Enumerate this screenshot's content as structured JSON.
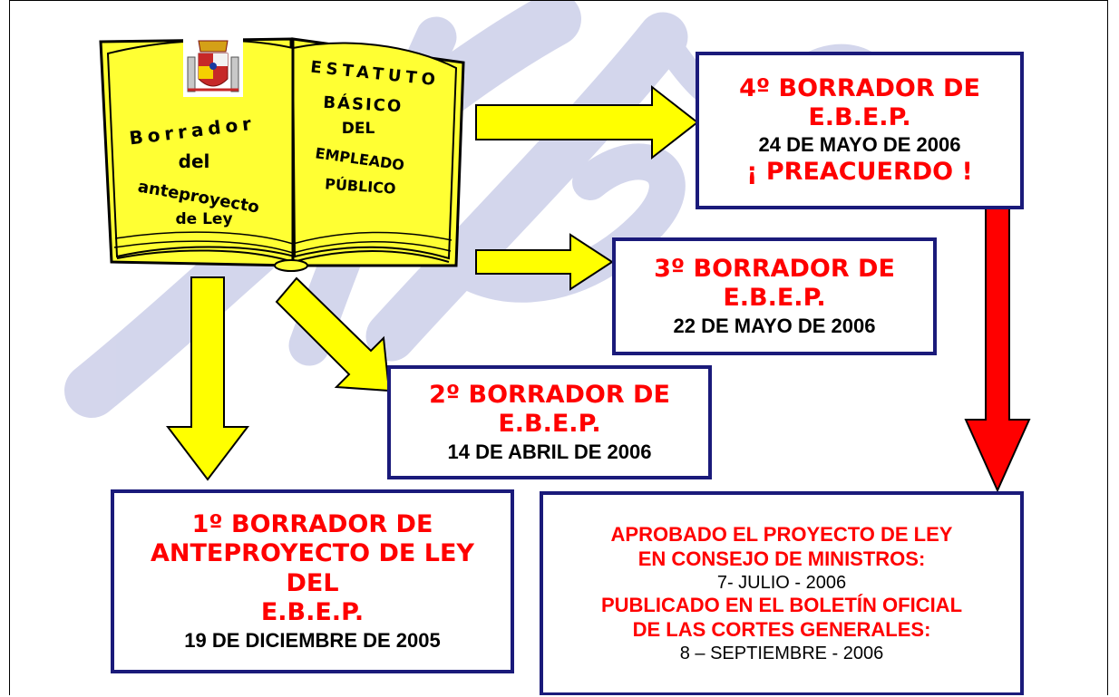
{
  "book": {
    "left_page": [
      "Borrador",
      "del",
      "anteproyecto",
      "de Ley"
    ],
    "right_page": [
      "ESTATUTO",
      "BÁSICO",
      "DEL",
      "EMPLEADO",
      "PÚBLICO"
    ],
    "emblem": "coat-of-arms-of-spain"
  },
  "draft4": {
    "title_line1": "4º BORRADOR DE",
    "title_line2": "E.B.E.P.",
    "date": "24 DE MAYO DE 2006",
    "note": "¡ PREACUERDO !"
  },
  "draft3": {
    "title_line1": "3º BORRADOR DE",
    "title_line2": "E.B.E.P.",
    "date": "22 DE MAYO DE 2006"
  },
  "draft2": {
    "title_line1": "2º BORRADOR DE",
    "title_line2": "E.B.E.P.",
    "date": "14 DE ABRIL DE 2006"
  },
  "draft1": {
    "title_line1": "1º BORRADOR DE",
    "title_line2": "ANTEPROYECTO DE LEY",
    "title_line3": "DEL",
    "title_line4": "E.B.E.P.",
    "date": "19 DE DICIEMBRE DE 2005"
  },
  "final": {
    "line1": "APROBADO EL PROYECTO DE LEY",
    "line2": "EN CONSEJO DE MINISTROS:",
    "date1": "7- JULIO - 2006",
    "line3": "PUBLICADO EN EL BOLETÍN OFICIAL",
    "line4": "DE LAS CORTES GENERALES:",
    "date2": "8 – SEPTIEMBRE - 2006"
  },
  "colors": {
    "box_border": "#1a1a7a",
    "title_text": "#ff0000",
    "arrow_yellow": "#ffff00",
    "arrow_red": "#ff0000",
    "watermark": "#c9cce8",
    "book_yellow": "#ffff33"
  }
}
